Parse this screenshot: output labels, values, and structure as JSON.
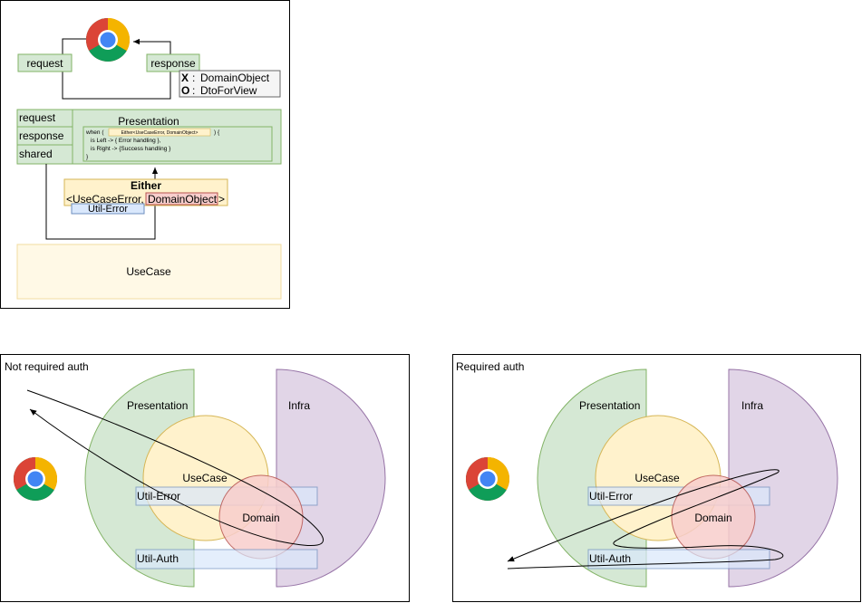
{
  "top_diagram": {
    "request": "request",
    "response": "response",
    "legend_x_mark": "X",
    "legend_x_label": "DomainObject",
    "legend_o_mark": "O",
    "legend_o_label": "DtoForView",
    "layer_request": "request",
    "layer_response": "response",
    "layer_shared": "shared",
    "presentation": "Presentation",
    "code_line1_pre": "when (",
    "code_line1_badge": "Either<UseCaseError, DomainObject>",
    "code_line1_post": ") {",
    "code_line2": "is Left -> { Error handling },",
    "code_line3": "is Right -> {Success handling }",
    "code_line4": "}",
    "either_title": "Either",
    "either_left": "<UseCaseError,",
    "either_right": "DomainObject",
    "either_close": ">",
    "util_error": "Util-Error",
    "usecase": "UseCase"
  },
  "left_diagram": {
    "title": "Not required auth",
    "presentation": "Presentation",
    "infra": "Infra",
    "usecase": "UseCase",
    "util_error": "Util-Error",
    "domain": "Domain",
    "util_auth": "Util-Auth"
  },
  "right_diagram": {
    "title": "Required auth",
    "presentation": "Presentation",
    "infra": "Infra",
    "usecase": "UseCase",
    "util_error": "Util-Error",
    "domain": "Domain",
    "util_auth": "Util-Auth"
  },
  "colors": {
    "green_fill": "#d5e8d4",
    "green_stroke": "#82b366",
    "yellow_fill": "#fff2cc",
    "yellow_stroke": "#d6b656",
    "red_fill": "#f8cecc",
    "red_stroke": "#b85450",
    "purple_fill": "#e1d5e7",
    "purple_stroke": "#9673a6",
    "blue_fill": "#dae8fc",
    "blue_stroke": "#6c8ebf",
    "light_yellow_fill": "#fff9e6"
  },
  "icons": [
    "chrome-icon",
    "arrow-icon"
  ]
}
